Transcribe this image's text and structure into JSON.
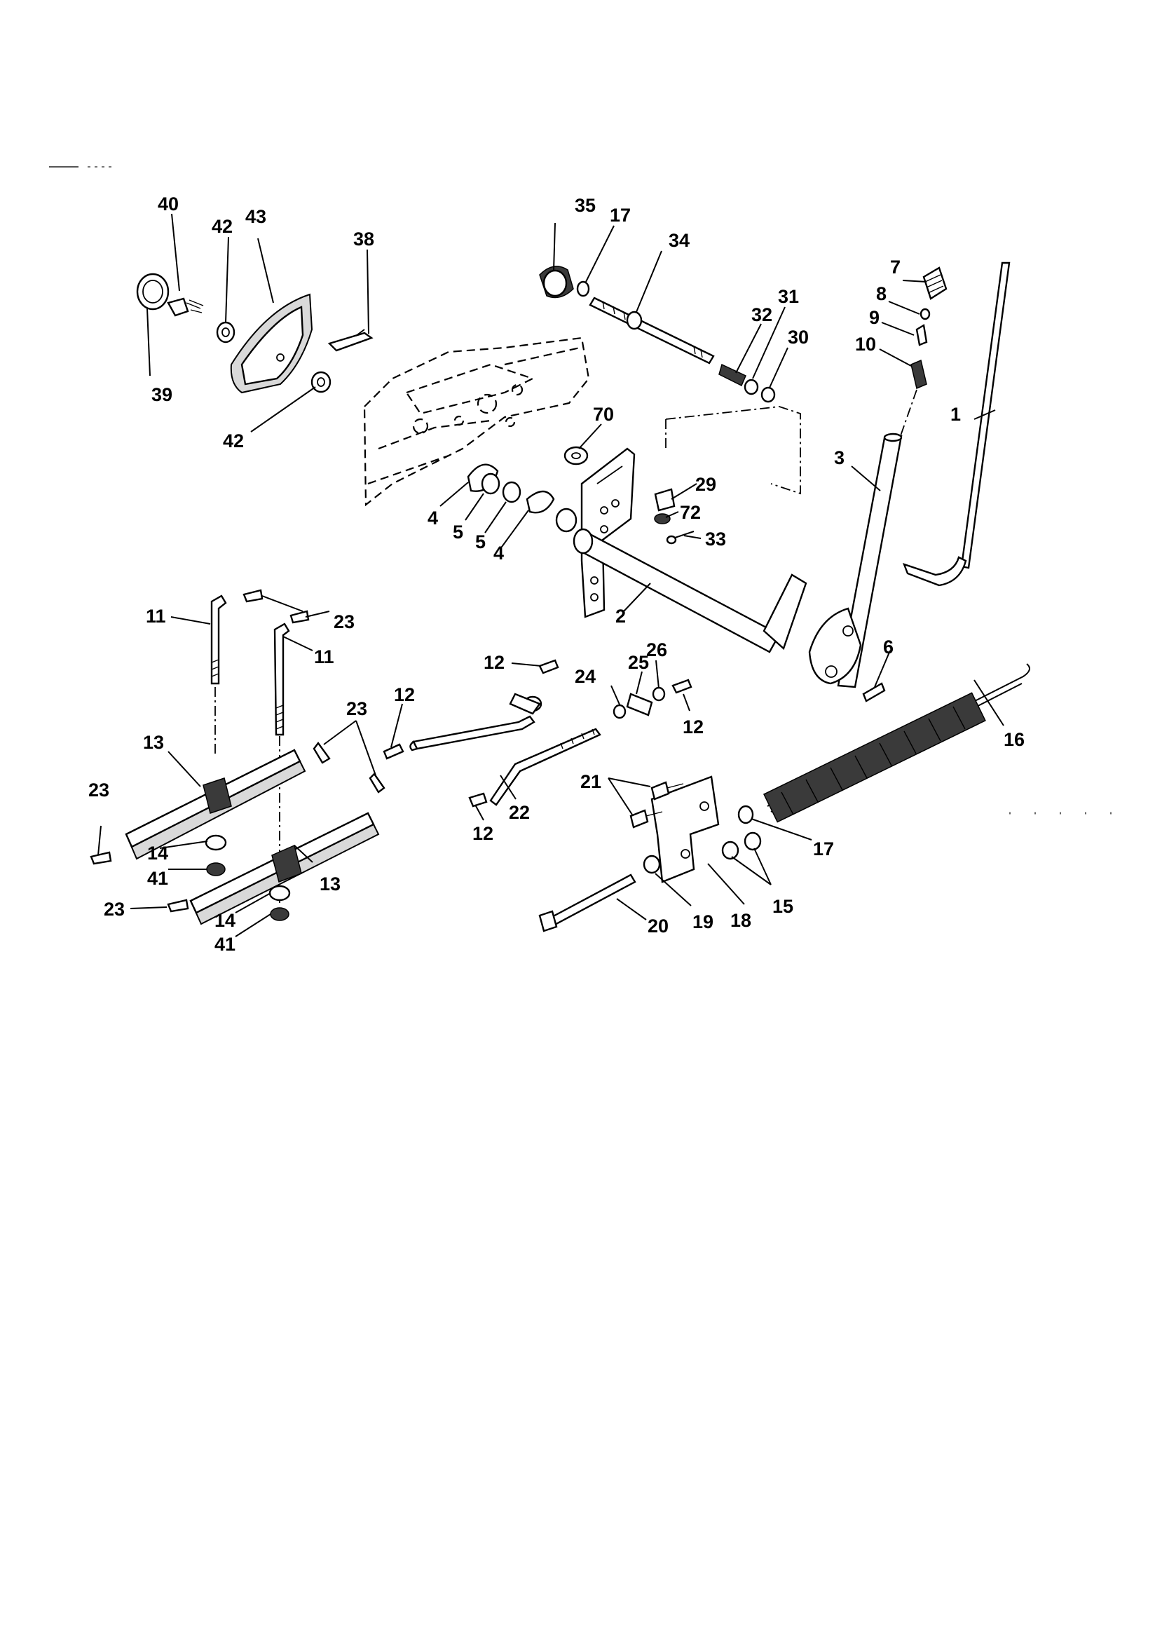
{
  "labels": {
    "p1": "1",
    "p2": "2",
    "p3": "3",
    "p4a": "4",
    "p4b": "4",
    "p5a": "5",
    "p5b": "5",
    "p6": "6",
    "p7": "7",
    "p8": "8",
    "p9": "9",
    "p10": "10",
    "p11a": "11",
    "p11b": "11",
    "p12a": "12",
    "p12b": "12",
    "p12c": "12",
    "p12d": "12",
    "p13a": "13",
    "p13b": "13",
    "p14a": "14",
    "p14b": "14",
    "p15": "15",
    "p16": "16",
    "p17a": "17",
    "p17b": "17",
    "p18": "18",
    "p19": "19",
    "p20": "20",
    "p21": "21",
    "p22": "22",
    "p23a": "23",
    "p23b": "23",
    "p23c": "23",
    "p23d": "23",
    "p24": "24",
    "p25": "25",
    "p26": "26",
    "p29": "29",
    "p30": "30",
    "p31": "31",
    "p32": "32",
    "p33": "33",
    "p34": "34",
    "p35": "35",
    "p38": "38",
    "p39": "39",
    "p40": "40",
    "p41a": "41",
    "p41b": "41",
    "p42a": "42",
    "p42b": "42",
    "p43": "43",
    "p70": "70",
    "p72": "72"
  }
}
